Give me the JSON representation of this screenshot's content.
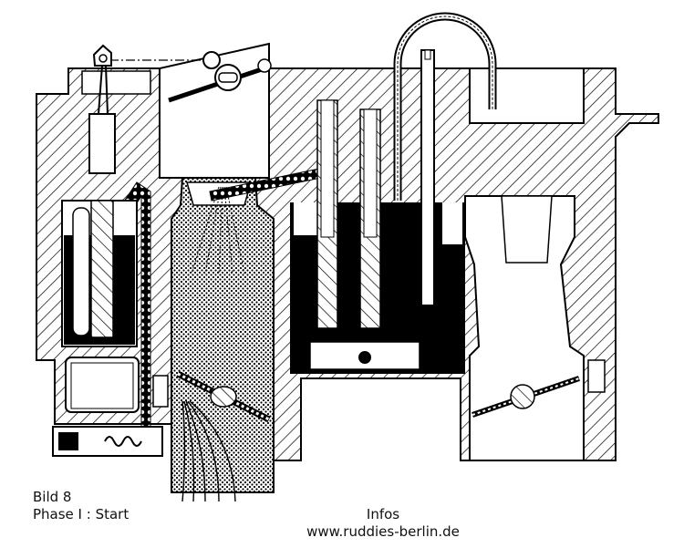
{
  "figure": {
    "label": "Bild 8",
    "phase": "Phase I : Start"
  },
  "footer": {
    "infos_label": "Infos",
    "website": "www.ruddies-berlin.de"
  },
  "colors": {
    "line": "#000000",
    "background": "#ffffff",
    "fuel": "#000000",
    "hatch": "#000000"
  },
  "icons": {
    "choke_lever": "choke-lever-icon",
    "throttle_valve": "throttle-valve-icon",
    "float_bowl": "float-bowl-icon",
    "spray_nozzle": "spray-nozzle-icon"
  }
}
